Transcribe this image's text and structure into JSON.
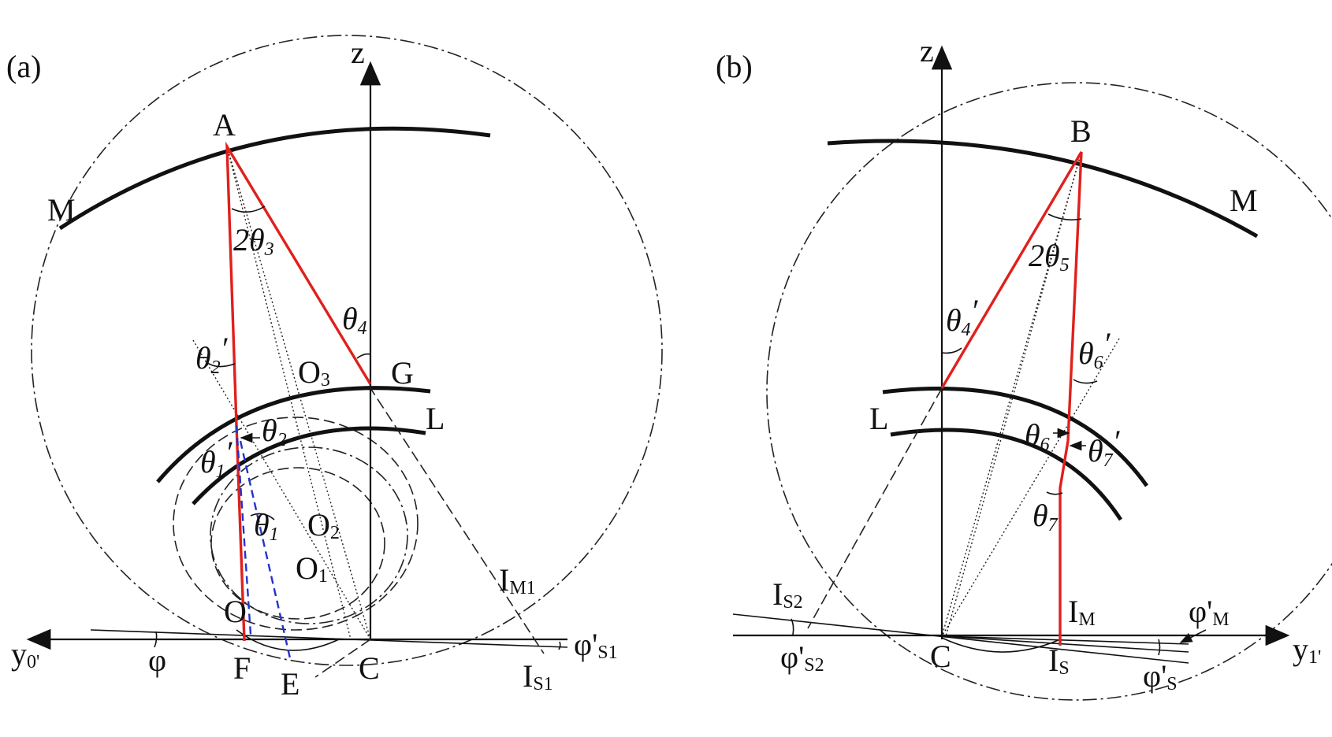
{
  "panels": {
    "a": {
      "tag": "(a)",
      "labels": {
        "z": "z",
        "A": "A",
        "M": "M",
        "G": "G",
        "L": "L",
        "O3": "O",
        "O3_sub": "3",
        "O2": "O",
        "O2_sub": "2",
        "O1": "O",
        "O1_sub": "1",
        "O": "O",
        "F": "F",
        "E": "E",
        "C": "C",
        "IM1": "I",
        "IM1_sub": "M1",
        "IS1": "I",
        "IS1_sub": "S1",
        "y0": "y",
        "y0_sub": "0'",
        "phi": "φ",
        "phiS1": "φ'",
        "phiS1_sub": "S1",
        "th3": "2θ",
        "th3_sub": "3",
        "th4": "θ",
        "th4_sub": "4",
        "th2p": "θ",
        "th2p_sub": "2",
        "th2p_prime": "′",
        "th2": "θ",
        "th2_sub": "2",
        "th1p": "θ",
        "th1p_sub": "1",
        "th1p_prime": "′",
        "th1": "θ",
        "th1_sub": "1"
      }
    },
    "b": {
      "tag": "(b)",
      "labels": {
        "z": "z",
        "B": "B",
        "M": "M",
        "L": "L",
        "C": "C",
        "IS2": "I",
        "IS2_sub": "S2",
        "IM": "I",
        "IM_sub": "M",
        "IS": "I",
        "IS_sub": "S",
        "y1": "y",
        "y1_sub": "1'",
        "phiS2": "φ'",
        "phiS2_sub": "S2",
        "phiM": "φ'",
        "phiM_sub": "M",
        "phiS": "φ'",
        "phiS_sub": "S",
        "th5": "2θ",
        "th5_sub": "5",
        "th4p": "θ",
        "th4p_sub": "4",
        "th4p_prime": "′",
        "th6p": "θ",
        "th6p_sub": "6",
        "th6p_prime": "′",
        "th6": "θ",
        "th6_sub": "6",
        "th7p": "θ",
        "th7p_sub": "7",
        "th7p_prime": "′",
        "th7": "θ",
        "th7_sub": "7"
      }
    }
  },
  "colors": {
    "ray": "#e0201c",
    "alt_ray": "#2233cc",
    "stroke": "#111111"
  }
}
